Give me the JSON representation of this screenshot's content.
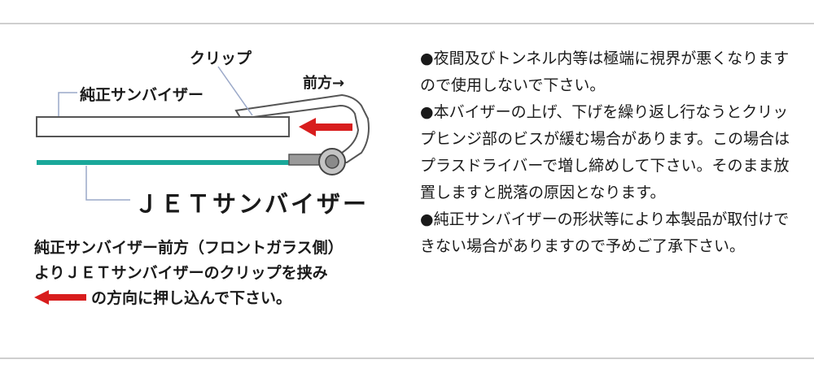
{
  "diagram": {
    "clip_label": "クリップ",
    "front_label": "前方→",
    "oem_visor_label": "純正サンバイザー",
    "jet_visor_label": "ＪＥＴサンバイザー",
    "colors": {
      "jet_visor": "#1aa89a",
      "arrow": "#d81d1d",
      "outline": "#555555",
      "leader": "#9aa8c8",
      "rule": "#cfcfcf"
    }
  },
  "instruction": {
    "line1": "純正サンバイザー前方（フロントガラス側）",
    "line2": "よりＪＥＴサンバイザーのクリップを挟み",
    "line3": "の方向に押し込んで下さい。"
  },
  "notes": [
    "●夜間及びトンネル内等は極端に視界が悪くなりますので使用しないで下さい。",
    "●本バイザーの上げ、下げを繰り返し行なうとクリップヒンジ部のビスが緩む場合があります。この場合はプラスドライバーで増し締めして下さい。そのまま放置しますと脱落の原因となります。",
    "●純正サンバイザーの形状等により本製品が取付けできない場合がありますので予めご了承下さい。"
  ]
}
